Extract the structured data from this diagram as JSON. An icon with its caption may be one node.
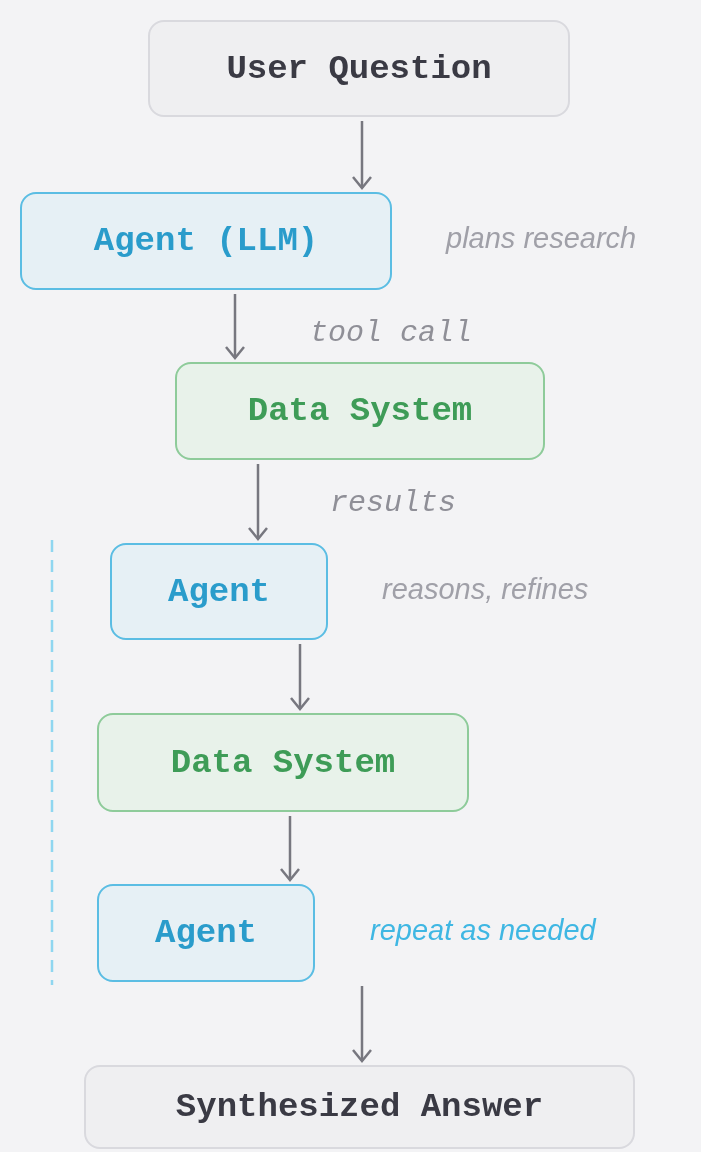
{
  "diagram": {
    "nodes": [
      {
        "text": [
          "User Question"
        ]
      },
      {
        "text": [
          "Agent (LLM)"
        ],
        "beside": [
          "plans research"
        ]
      },
      {
        "text": [
          "Data System"
        ]
      },
      {
        "text": [
          "Agent"
        ],
        "beside": [
          "reasons, refines"
        ]
      },
      {
        "text": [
          "Data System"
        ]
      },
      {
        "text": [
          "Agent"
        ],
        "beside": [
          "repeat as needed"
        ]
      },
      {
        "text": [
          "Synthesized Answer"
        ]
      }
    ],
    "edges": [
      {
        "from": 0,
        "to": 1,
        "arrow": "to"
      },
      {
        "from": 1,
        "to": 2,
        "arrow": "to",
        "label": "tool call"
      },
      {
        "from": 2,
        "to": 3,
        "arrow": "to",
        "label": "results"
      },
      {
        "from": 3,
        "to": 4,
        "arrow": "to"
      },
      {
        "from": 4,
        "to": 5,
        "arrow": "to"
      },
      {
        "from": 5,
        "to": 6,
        "arrow": "to"
      }
    ]
  }
}
